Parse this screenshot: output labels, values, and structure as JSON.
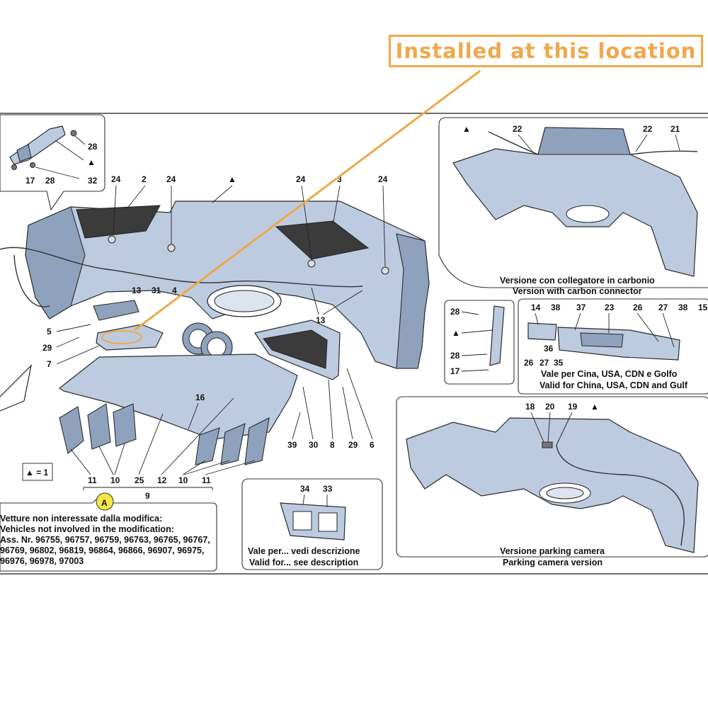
{
  "callout": {
    "text": "Installed at this location",
    "color": "#f0a84a"
  },
  "colors": {
    "part_fill": "#bccbe0",
    "callout": "#f0a84a",
    "badge": "#f5e642"
  },
  "badge": {
    "letter": "A"
  },
  "legend": {
    "symbol_key": "▲ = 1"
  },
  "captions": {
    "carbon_it": "Versione con collegatore in carbonio",
    "carbon_en": "Version with carbon connector",
    "china_it": "Vale per Cina, USA, CDN e Golfo",
    "china_en": "Valid for China, USA, CDN and Gulf",
    "desc_it": "Vale per... vedi descrizione",
    "desc_en": "Valid for... see description",
    "camera_it": "Versione parking camera",
    "camera_en": "Parking camera version"
  },
  "notes": {
    "line1": "Vetture non interessate dalla modifica:",
    "line2": "Vehicles not involved in the modification:",
    "line3": "Ass. Nr. 96755, 96757, 96759, 96763, 96765, 96767,",
    "line4": "96769, 96802, 96819, 96864, 96866, 96907, 96975,",
    "line5": "96976, 96978, 97003"
  },
  "part_numbers": {
    "n2": "2",
    "n3": "3",
    "n4": "4",
    "n5": "5",
    "n6": "6",
    "n7": "7",
    "n8": "8",
    "n9": "9",
    "n10": "10",
    "n11": "11",
    "n12": "12",
    "n13": "13",
    "n14": "14",
    "n15": "15",
    "n16": "16",
    "n17": "17",
    "n18": "18",
    "n19": "19",
    "n20": "20",
    "n21": "21",
    "n22": "22",
    "n23": "23",
    "n24": "24",
    "n25": "25",
    "n26": "26",
    "n27": "27",
    "n28": "28",
    "n29": "29",
    "n30": "30",
    "n31": "31",
    "n32": "32",
    "n33": "33",
    "n34": "34",
    "n35": "35",
    "n36": "36",
    "n37": "37",
    "n38": "38",
    "n39": "39"
  }
}
